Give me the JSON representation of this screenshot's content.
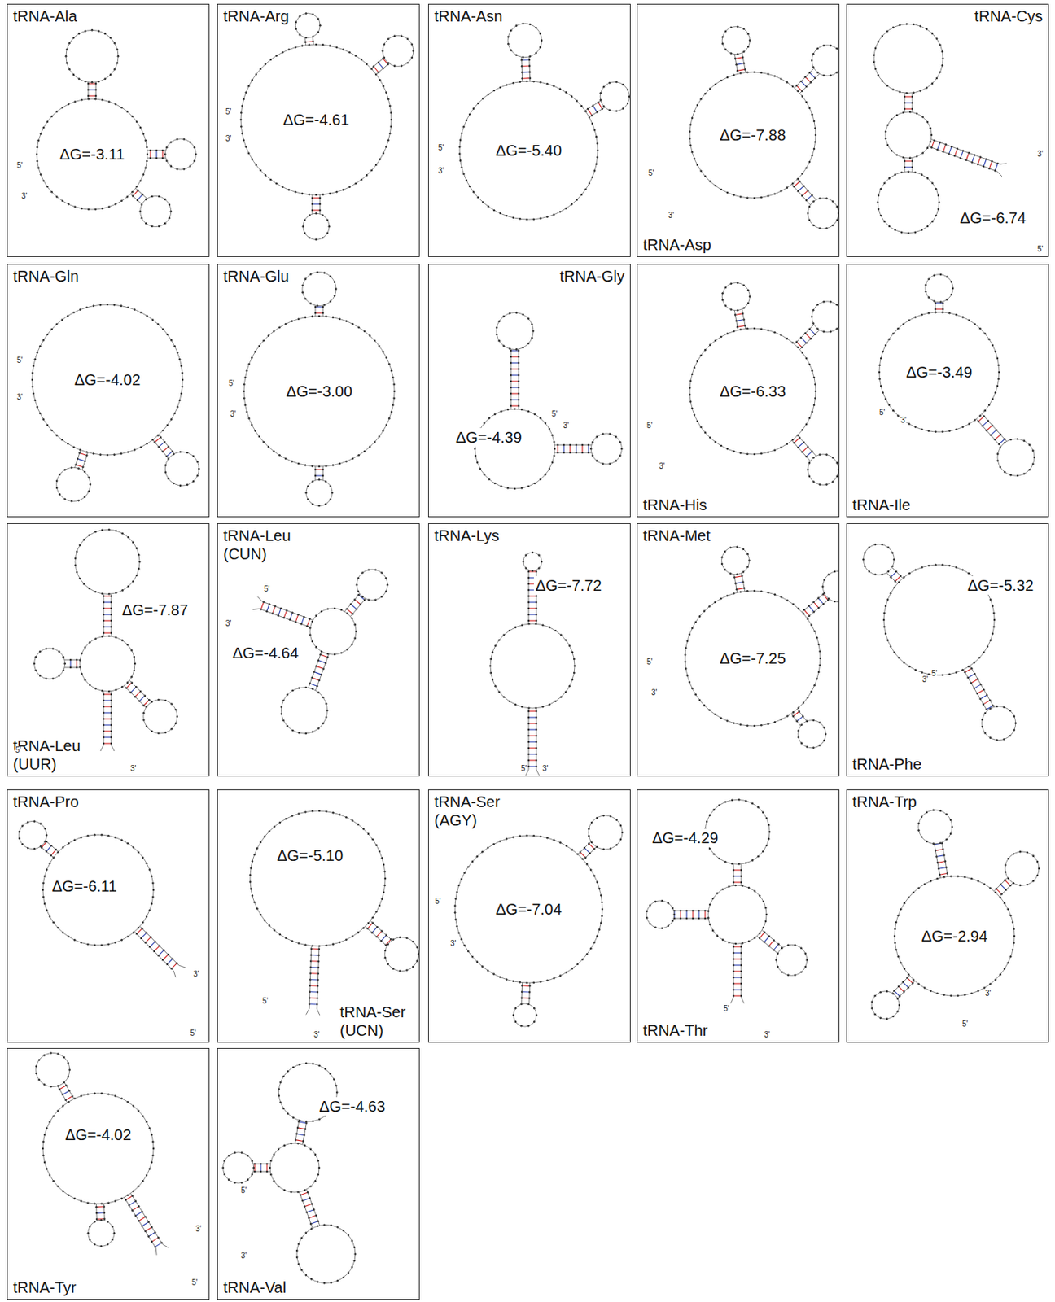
{
  "diagram": {
    "nodes": [
      {
        "text": [
          "tRNA-Ala",
          "ΔG=-3.11"
        ]
      },
      {
        "text": [
          "tRNA-Arg",
          "ΔG=-4.61"
        ]
      },
      {
        "text": [
          "tRNA-Asn",
          "ΔG=-5.40"
        ]
      },
      {
        "text": [
          "tRNA-Asp",
          "ΔG=-7.88"
        ]
      },
      {
        "text": [
          "tRNA-Cys",
          "ΔG=-6.74"
        ]
      },
      {
        "text": [
          "tRNA-Gln",
          "ΔG=-4.02"
        ]
      },
      {
        "text": [
          "tRNA-Glu",
          "ΔG=-3.00"
        ]
      },
      {
        "text": [
          "tRNA-Gly",
          "ΔG=-4.39"
        ]
      },
      {
        "text": [
          "tRNA-His",
          "ΔG=-6.33"
        ]
      },
      {
        "text": [
          "tRNA-Ile",
          "ΔG=-3.49"
        ]
      },
      {
        "text": [
          "tRNA-Leu (UUR)",
          "ΔG=-7.87"
        ]
      },
      {
        "text": [
          "tRNA-Leu (CUN)",
          "ΔG=-4.64"
        ]
      },
      {
        "text": [
          "tRNA-Lys",
          "ΔG=-7.72"
        ]
      },
      {
        "text": [
          "tRNA-Met",
          "ΔG=-7.25"
        ]
      },
      {
        "text": [
          "tRNA-Phe",
          "ΔG=-5.32"
        ]
      },
      {
        "text": [
          "tRNA-Pro",
          "ΔG=-6.11"
        ]
      },
      {
        "text": [
          "tRNA-Ser (UCN)",
          "ΔG=-5.10"
        ]
      },
      {
        "text": [
          "tRNA-Ser (AGY)",
          "ΔG=-7.04"
        ]
      },
      {
        "text": [
          "tRNA-Thr",
          "ΔG=-4.29"
        ]
      },
      {
        "text": [
          "tRNA-Trp",
          "ΔG=-2.94"
        ]
      },
      {
        "text": [
          "tRNA-Tyr",
          "ΔG=-4.02"
        ]
      },
      {
        "text": [
          "tRNA-Val",
          "ΔG=-4.63"
        ]
      }
    ],
    "labels": [
      "5'",
      "3'",
      "5'",
      "3'",
      "5'",
      "3'",
      "5'",
      "3'",
      "5'",
      "3'",
      "5'",
      "3'",
      "5'",
      "3'",
      "5'",
      "3'",
      "5'",
      "3'",
      "5'",
      "3'",
      "5'",
      "3'",
      "5'",
      "3'",
      "5'",
      "3'",
      "5'",
      "3'",
      "5'",
      "3'",
      "5'",
      "3'",
      "5'",
      "3'",
      "5'",
      "3'",
      "5'",
      "3'",
      "5'",
      "3'",
      "5'",
      "3'",
      "5'",
      "3'"
    ]
  }
}
